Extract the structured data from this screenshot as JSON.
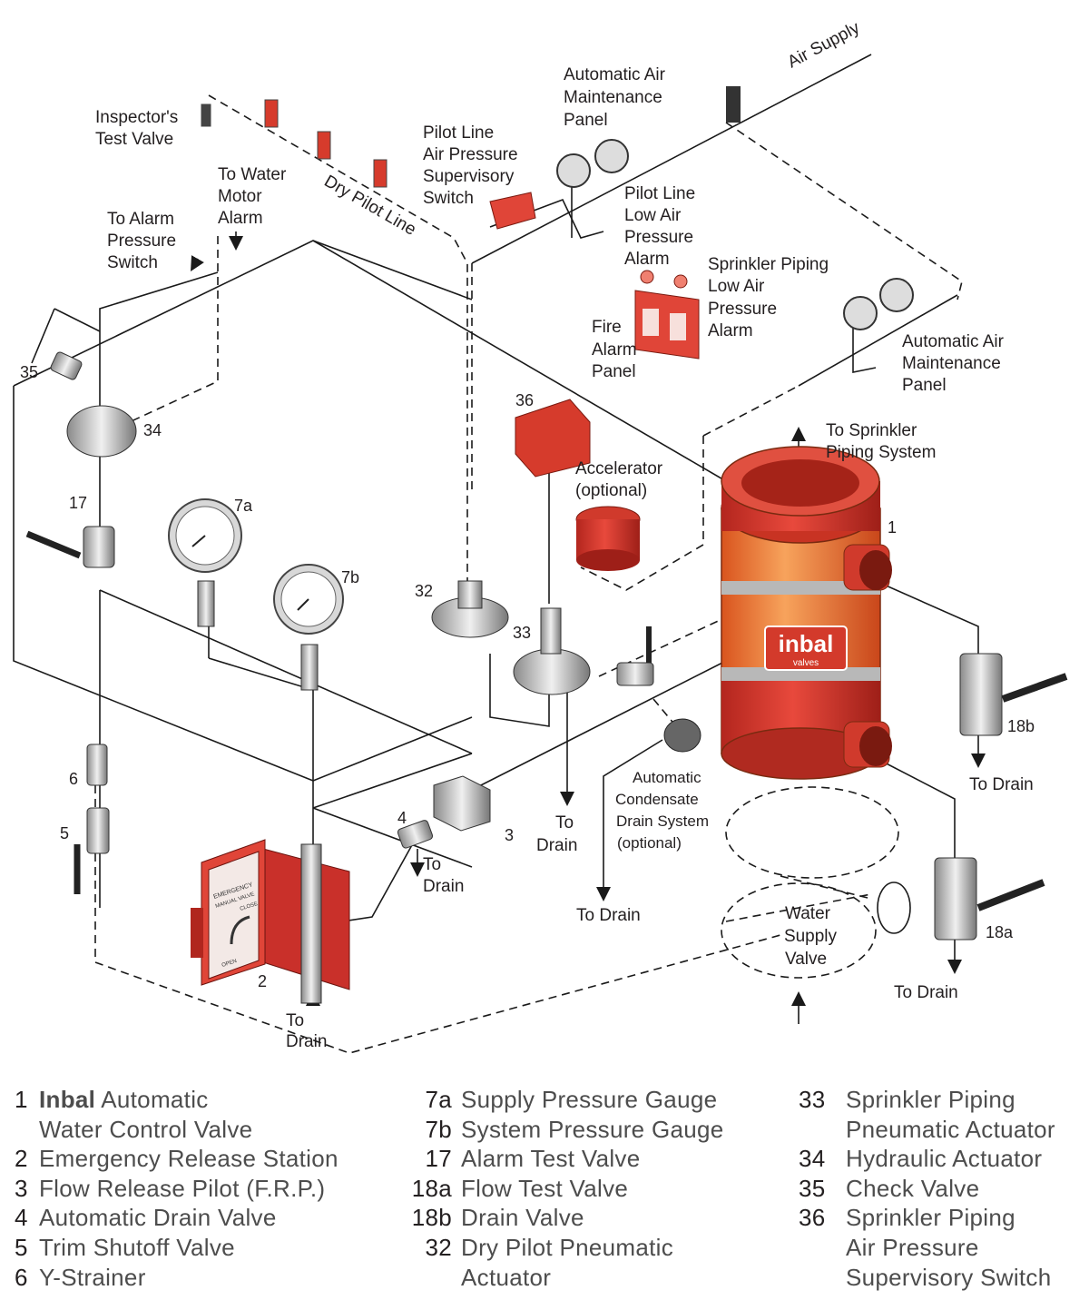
{
  "diagram": {
    "labels": {
      "air_supply": "Air Supply",
      "aamp_top": [
        "Automatic Air",
        "Maintenance",
        "Panel"
      ],
      "inspector": [
        "Inspector's",
        "Test Valve"
      ],
      "water_motor": [
        "To Water",
        "Motor",
        "Alarm"
      ],
      "dry_pilot": "Dry Pilot Line",
      "pilot_switch": [
        "Pilot Line",
        "Air Pressure",
        "Supervisory",
        "Switch"
      ],
      "pilot_low": [
        "Pilot Line",
        "Low Air",
        "Pressure",
        "Alarm"
      ],
      "alarm_switch": [
        "To Alarm",
        "Pressure",
        "Switch"
      ],
      "sprinkler_low": [
        "Sprinkler Piping",
        "Low Air",
        "Pressure",
        "Alarm"
      ],
      "fire_panel": [
        "Fire",
        "Alarm",
        "Panel"
      ],
      "aamp_right": [
        "Automatic Air",
        "Maintenance",
        "Panel"
      ],
      "to_sprinkler": [
        "To Sprinkler",
        "Piping System"
      ],
      "accelerator": [
        "Accelerator",
        "(optional)"
      ],
      "condensate": [
        "Automatic",
        "Condensate",
        "Drain System",
        "(optional)"
      ],
      "water_supply": [
        "Water",
        "Supply",
        "Valve"
      ],
      "to_drain": "To Drain",
      "to": "To",
      "drain": "Drain",
      "brand_logo": "inbal",
      "brand_sub": "valves",
      "panel_text": [
        "EMERGENCY",
        "MANUAL VALVE",
        "CLOSE",
        "OPEN"
      ]
    },
    "numbers": {
      "n1": "1",
      "n2": "2",
      "n3": "3",
      "n4": "4",
      "n5": "5",
      "n6": "6",
      "n7a": "7a",
      "n7b": "7b",
      "n17": "17",
      "n18a": "18a",
      "n18b": "18b",
      "n32": "32",
      "n33": "33",
      "n34": "34",
      "n35": "35",
      "n36": "36"
    }
  },
  "legend": {
    "col1": [
      {
        "num": "1",
        "brand": "Inbal",
        "text": " Automatic"
      },
      {
        "num": "",
        "text": "Water Control Valve"
      },
      {
        "num": "2",
        "text": "Emergency Release Station"
      },
      {
        "num": "3",
        "text": "Flow Release Pilot (F.R.P.)"
      },
      {
        "num": "4",
        "text": "Automatic Drain Valve"
      },
      {
        "num": "5",
        "text": "Trim Shutoff Valve"
      },
      {
        "num": "6",
        "text": "Y-Strainer"
      }
    ],
    "col2": [
      {
        "num": "7a",
        "text": "Supply Pressure Gauge"
      },
      {
        "num": "7b",
        "text": "System Pressure Gauge"
      },
      {
        "num": "17",
        "text": "Alarm Test Valve"
      },
      {
        "num": "18a",
        "text": "Flow Test Valve"
      },
      {
        "num": "18b",
        "text": "Drain Valve"
      },
      {
        "num": "32",
        "text": "Dry Pilot Pneumatic"
      },
      {
        "num": "",
        "text": "Actuator"
      }
    ],
    "col3": [
      {
        "num": "33",
        "text": "Sprinkler Piping"
      },
      {
        "num": "",
        "text": "Pneumatic Actuator"
      },
      {
        "num": "34",
        "text": "Hydraulic Actuator"
      },
      {
        "num": "35",
        "text": "Check Valve"
      },
      {
        "num": "36",
        "text": "Sprinkler Piping"
      },
      {
        "num": "",
        "text": "Air Pressure"
      },
      {
        "num": "",
        "text": "Supervisory  Switch"
      }
    ]
  }
}
